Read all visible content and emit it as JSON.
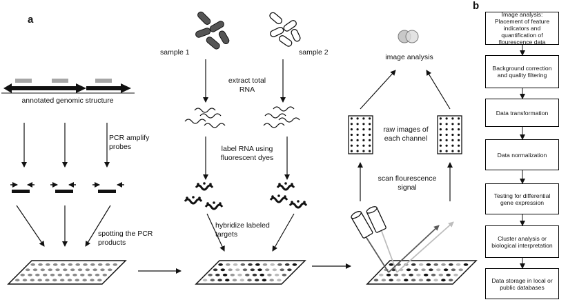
{
  "panel_a": {
    "label": "a",
    "genomic": {
      "structure_label": "annotated genomic structure",
      "pcr_label": "PCR amplify\nprobes",
      "spotting_label": "spotting the PCR\nproducts"
    },
    "samples": {
      "sample1": "sample 1",
      "sample2": "sample 2",
      "extract_label": "extract total\nRNA",
      "label_rna": "label RNA using\nfluorescent dyes",
      "hybridize_label": "hybridize labeled\ntargets"
    },
    "scanning": {
      "image_analysis": "image analysis",
      "raw_images": "raw images of\neach channel",
      "scan_label": "scan flourescence\nsignal"
    }
  },
  "panel_b": {
    "label": "b",
    "steps": [
      "Image analysis: Placement of feature indicators and quantification of flourescence data",
      "Background correction and quality filtering",
      "Data transformation",
      "Data normalization",
      "Testing for differential gene expression",
      "Cluster analysis or biological interpretation",
      "Data storage in local or public databases"
    ]
  },
  "colors": {
    "ink": "#111111",
    "grey_probe": "#a6a6a6",
    "beam_dark": "#5a5a5a",
    "beam_light": "#bdbdbd"
  }
}
